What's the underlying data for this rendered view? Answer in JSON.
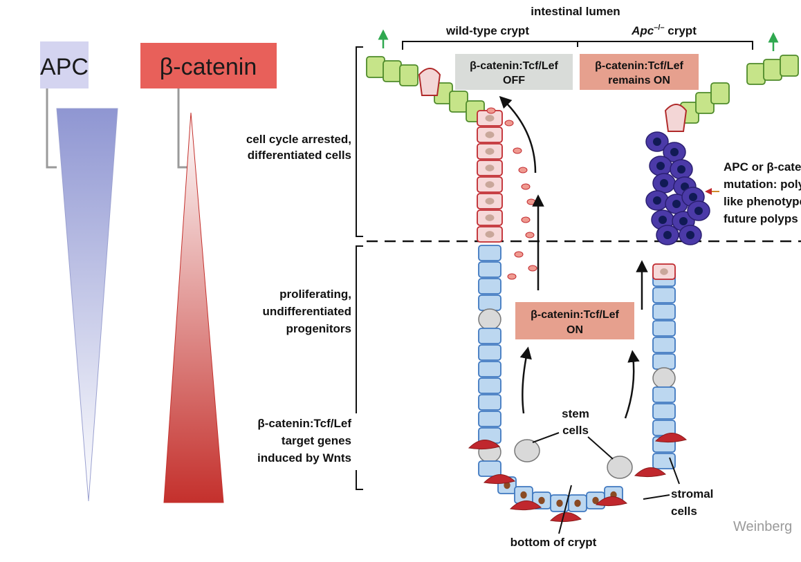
{
  "gradients": {
    "apc": {
      "label": "APC",
      "label_bg": "#d4d4f0",
      "color": "#8f96d2"
    },
    "beta_catenin": {
      "label": "β-catenin",
      "label_bg": "#e8605a",
      "color": "#c4302c"
    }
  },
  "diagram": {
    "header": {
      "lumen": "intestinal lumen",
      "wild_type": "wild-type crypt",
      "apc_gene": "Apc",
      "apc_sup": "–/–",
      "apc_suffix": " crypt"
    },
    "status_boxes": {
      "off": {
        "line1": "β-catenin:Tcf/Lef",
        "line2": "OFF",
        "bg": "#d9dcd9"
      },
      "remains_on": {
        "line1": "β-catenin:Tcf/Lef",
        "line2": "remains ON",
        "bg": "#e6a08e"
      },
      "on": {
        "line1": "β-catenin:Tcf/Lef",
        "line2": "ON",
        "bg": "#e6a08e"
      }
    },
    "side_labels": {
      "differentiated": [
        "cell cycle arrested,",
        "differentiated cells"
      ],
      "progenitors": [
        "proliferating,",
        "undifferentiated",
        "progenitors"
      ],
      "wnt": [
        "β-catenin:Tcf/Lef",
        "target genes",
        "induced by Wnts"
      ]
    },
    "mutation_label": [
      "APC or β-catenin",
      "mutation: polyp-",
      "like phenotype,",
      "future polyps"
    ],
    "stem_cells": [
      "stem",
      "cells"
    ],
    "stromal_cells": [
      "stromal",
      "cells"
    ],
    "bottom": "bottom of crypt",
    "credit": "Weinberg"
  }
}
